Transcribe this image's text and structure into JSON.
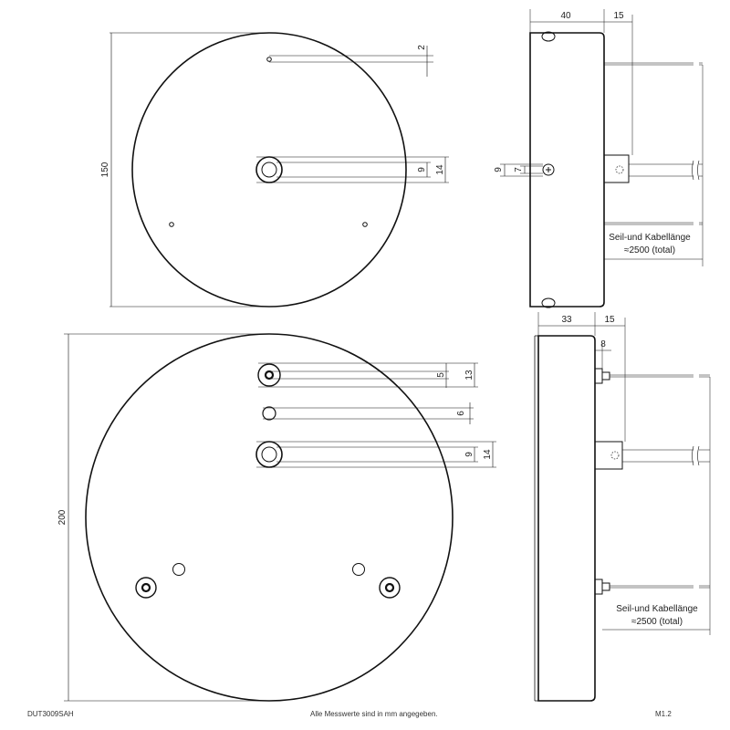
{
  "top_view_1": {
    "height_dim": "150",
    "dims": [
      "2",
      "9",
      "14"
    ]
  },
  "side_view_1": {
    "depth_dim": "40",
    "cable_dim": "15",
    "screw_dims": [
      "9",
      "7"
    ],
    "cable_note_line1": "Seil-und Kabellänge",
    "cable_note_line2": "≈2500 (total)"
  },
  "top_view_2": {
    "height_dim": "200",
    "dims": [
      "5",
      "13",
      "6",
      "9",
      "14"
    ]
  },
  "side_view_2": {
    "depth_dim": "33",
    "cable_dim": "15",
    "fitting_dim": "8",
    "cable_note_line1": "Seil-und Kabellänge",
    "cable_note_line2": "≈2500 (total)"
  },
  "footer": {
    "article": "DUT3009SAH",
    "measure_note": "Alle Messwerte sind in mm angegeben.",
    "sheet": "M1.2"
  }
}
